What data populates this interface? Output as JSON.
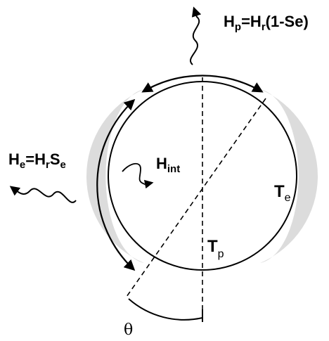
{
  "labels": {
    "hp": {
      "main": "H",
      "sub": "p",
      "eq": "=H",
      "sub2": "r",
      "tail": "(1-Se)"
    },
    "he": {
      "main": "H",
      "sub": "e",
      "eq": "=H",
      "sub2": "r",
      "tail": "S",
      "sub3": "e"
    },
    "hint": {
      "main": "H",
      "sub": "int"
    },
    "te": {
      "main": "T",
      "sub": "e"
    },
    "tp": {
      "main": "T",
      "sub": "p"
    },
    "theta": "θ"
  },
  "colors": {
    "stroke": "#000000",
    "shade": "#dcdcdc",
    "background": "#ffffff"
  }
}
